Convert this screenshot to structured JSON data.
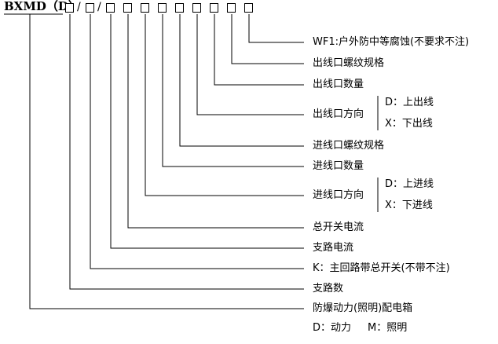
{
  "model": {
    "prefix": "BXMD（D）",
    "slot_glyph": "□",
    "separator": "/"
  },
  "labels": [
    "WF1:户外防中等腐蚀(不要求不注)",
    "出线口螺纹规格",
    "出线口数量",
    "出线口方向",
    "进线口螺纹规格",
    "进线口数量",
    "进线口方向",
    "总开关电流",
    "支路电流",
    "K：主回路带总开关(不带不注)",
    "支路数",
    "防爆动力(照明)配电箱"
  ],
  "outlet_options": [
    "D：上出线",
    "X：下出线"
  ],
  "inlet_options": [
    "D：上进线",
    "X：下进线"
  ],
  "legend": [
    "D：动力",
    "M：照明"
  ]
}
